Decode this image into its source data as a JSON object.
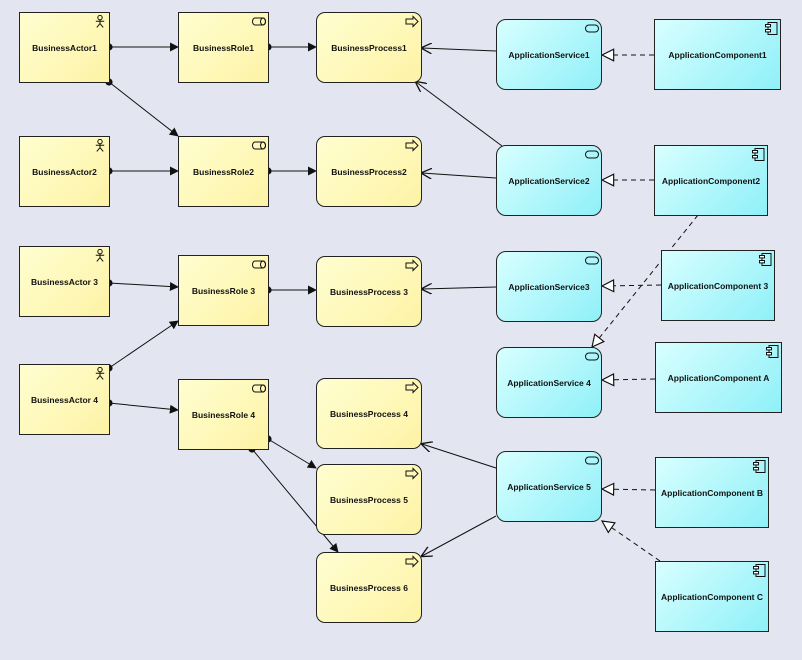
{
  "diagram": {
    "business_actors": [
      {
        "label": "BusinessActor1"
      },
      {
        "label": "BusinessActor2"
      },
      {
        "label": "BusinessActor 3"
      },
      {
        "label": "BusinessActor 4"
      }
    ],
    "business_roles": [
      {
        "label": "BusinessRole1"
      },
      {
        "label": "BusinessRole2"
      },
      {
        "label": "BusinessRole 3"
      },
      {
        "label": "BusinessRole 4"
      }
    ],
    "business_processes": [
      {
        "label": "BusinessProcess1"
      },
      {
        "label": "BusinessProcess2"
      },
      {
        "label": "BusinessProcess 3"
      },
      {
        "label": "BusinessProcess 4"
      },
      {
        "label": "BusinessProcess 5"
      },
      {
        "label": "BusinessProcess 6"
      }
    ],
    "application_services": [
      {
        "label": "ApplicationService1"
      },
      {
        "label": "ApplicationService2"
      },
      {
        "label": "ApplicationService3"
      },
      {
        "label": "ApplicationService 4"
      },
      {
        "label": "ApplicationService 5"
      }
    ],
    "application_components": [
      {
        "label": "ApplicationComponent1"
      },
      {
        "label": "ApplicationComponent2"
      },
      {
        "label": "ApplicationComponent 3"
      },
      {
        "label": "ApplicationComponent A"
      },
      {
        "label": "ApplicationComponent B"
      },
      {
        "label": "ApplicationComponent C"
      }
    ],
    "colors": {
      "background": "#e3e6f1",
      "business_fill": "#fdf3a6",
      "application_fill": "#8ff0f8",
      "border": "#222222",
      "line": "#222222"
    },
    "edges": [
      {
        "from": "BusinessActor1",
        "to": "BusinessRole1",
        "type": "assignment"
      },
      {
        "from": "BusinessActor1",
        "to": "BusinessRole2",
        "type": "assignment"
      },
      {
        "from": "BusinessActor2",
        "to": "BusinessRole2",
        "type": "assignment"
      },
      {
        "from": "BusinessActor 3",
        "to": "BusinessRole 3",
        "type": "assignment"
      },
      {
        "from": "BusinessActor 4",
        "to": "BusinessRole 3",
        "type": "assignment"
      },
      {
        "from": "BusinessActor 4",
        "to": "BusinessRole 4",
        "type": "assignment"
      },
      {
        "from": "BusinessRole1",
        "to": "BusinessProcess1",
        "type": "assignment"
      },
      {
        "from": "BusinessRole2",
        "to": "BusinessProcess2",
        "type": "assignment"
      },
      {
        "from": "BusinessRole 3",
        "to": "BusinessProcess 3",
        "type": "assignment"
      },
      {
        "from": "BusinessRole 4",
        "to": "BusinessProcess 5",
        "type": "assignment"
      },
      {
        "from": "BusinessRole 4",
        "to": "BusinessProcess 6",
        "type": "assignment"
      },
      {
        "from": "ApplicationService1",
        "to": "BusinessProcess1",
        "type": "used-by"
      },
      {
        "from": "ApplicationService2",
        "to": "BusinessProcess1",
        "type": "used-by"
      },
      {
        "from": "ApplicationService2",
        "to": "BusinessProcess2",
        "type": "used-by"
      },
      {
        "from": "ApplicationService3",
        "to": "BusinessProcess 3",
        "type": "used-by"
      },
      {
        "from": "ApplicationService 5",
        "to": "BusinessProcess 4",
        "type": "used-by"
      },
      {
        "from": "ApplicationService 5",
        "to": "BusinessProcess 6",
        "type": "used-by"
      },
      {
        "from": "ApplicationComponent1",
        "to": "ApplicationService1",
        "type": "realization"
      },
      {
        "from": "ApplicationComponent2",
        "to": "ApplicationService2",
        "type": "realization"
      },
      {
        "from": "ApplicationComponent2",
        "to": "ApplicationService 4",
        "type": "realization"
      },
      {
        "from": "ApplicationComponent 3",
        "to": "ApplicationService3",
        "type": "realization"
      },
      {
        "from": "ApplicationComponent A",
        "to": "ApplicationService 4",
        "type": "realization"
      },
      {
        "from": "ApplicationComponent B",
        "to": "ApplicationService 5",
        "type": "realization"
      },
      {
        "from": "ApplicationComponent C",
        "to": "ApplicationService 5",
        "type": "realization"
      }
    ]
  }
}
